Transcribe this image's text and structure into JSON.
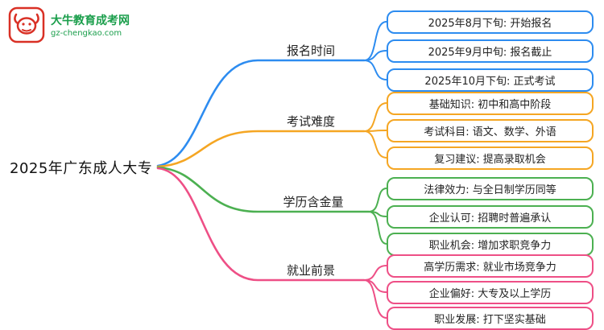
{
  "logo": {
    "title": "大牛教育成考网",
    "url": "gz-chengkao.com",
    "icon": "bull-logo"
  },
  "root": {
    "label": "2025年广东成人大专"
  },
  "branches": [
    {
      "label": "报名时间",
      "color": "#2d8cf0",
      "children": [
        "2025年8月下旬: 开始报名",
        "2025年9月中旬: 报名截止",
        "2025年10月下旬: 正式考试"
      ]
    },
    {
      "label": "考试难度",
      "color": "#f5a623",
      "children": [
        "基础知识: 初中和高中阶段",
        "考试科目: 语文、数学、外语",
        "复习建议: 提高录取机会"
      ]
    },
    {
      "label": "学历含金量",
      "color": "#4cb051",
      "children": [
        "法律效力: 与全日制学历同等",
        "企业认可: 招聘时普遍承认",
        "职业机会: 增加求职竞争力"
      ]
    },
    {
      "label": "就业前景",
      "color": "#ee4f86",
      "children": [
        "高学历需求: 就业市场竞争力",
        "企业偏好: 大专及以上学历",
        "职业发展: 打下坚实基础"
      ]
    }
  ]
}
